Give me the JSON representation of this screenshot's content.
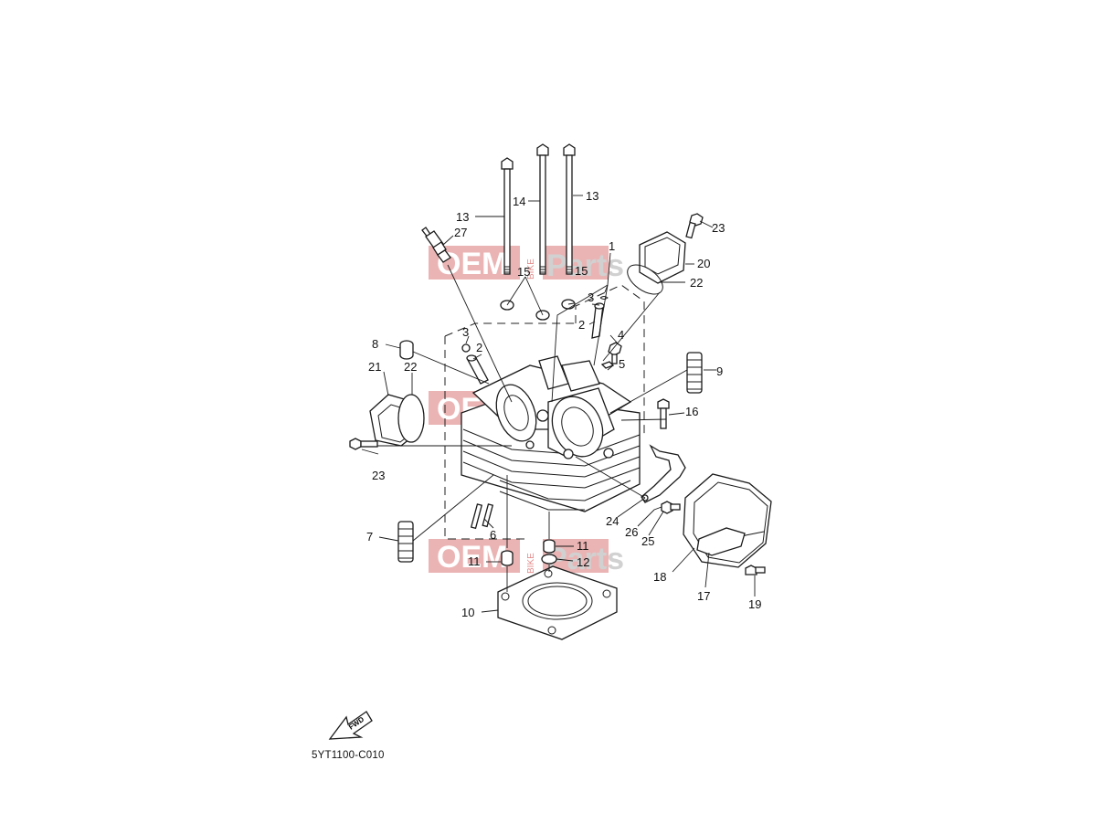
{
  "diagram": {
    "code": "5YT1100-C010",
    "fwd_label": "FWD",
    "watermark": {
      "left": "OEM",
      "vertical": "BIKE",
      "right": "Parts",
      "colors": {
        "box": "#e7a3a3",
        "text": "#ffffff",
        "gray": "#c9c9c9"
      }
    },
    "callouts": [
      "1",
      "2",
      "2",
      "3",
      "3",
      "4",
      "5",
      "6",
      "7",
      "8",
      "9",
      "10",
      "11",
      "11",
      "12",
      "13",
      "13",
      "14",
      "15",
      "15",
      "16",
      "17",
      "18",
      "19",
      "20",
      "21",
      "22",
      "22",
      "23",
      "23",
      "24",
      "25",
      "26",
      "27"
    ]
  }
}
